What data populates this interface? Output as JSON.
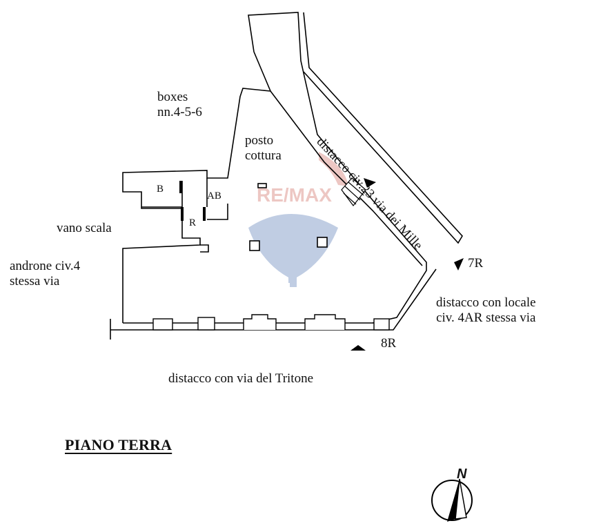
{
  "labels": {
    "boxes": [
      "boxes",
      "nn.4-5-6"
    ],
    "posto_cottura": [
      "posto",
      "cottura"
    ],
    "vano_scala": "vano scala",
    "androne": [
      "androne civ.4",
      "stessa via"
    ],
    "distacco_mille": "distacco civ.23 via dei Mille",
    "distacco_locale": [
      "distacco con locale",
      "civ. 4AR stessa via"
    ],
    "distacco_tritone": "distacco con via del Tritone",
    "marker_7r": "7R",
    "marker_8r": "8R",
    "room_b": "B",
    "room_ab": "AB",
    "room_r": "R"
  },
  "watermark": {
    "text": "RE/MAX",
    "color": "#c0392b",
    "balloon_color": "#1f4e9c"
  },
  "title": "PIANO TERRA",
  "compass": {
    "label": "N"
  }
}
